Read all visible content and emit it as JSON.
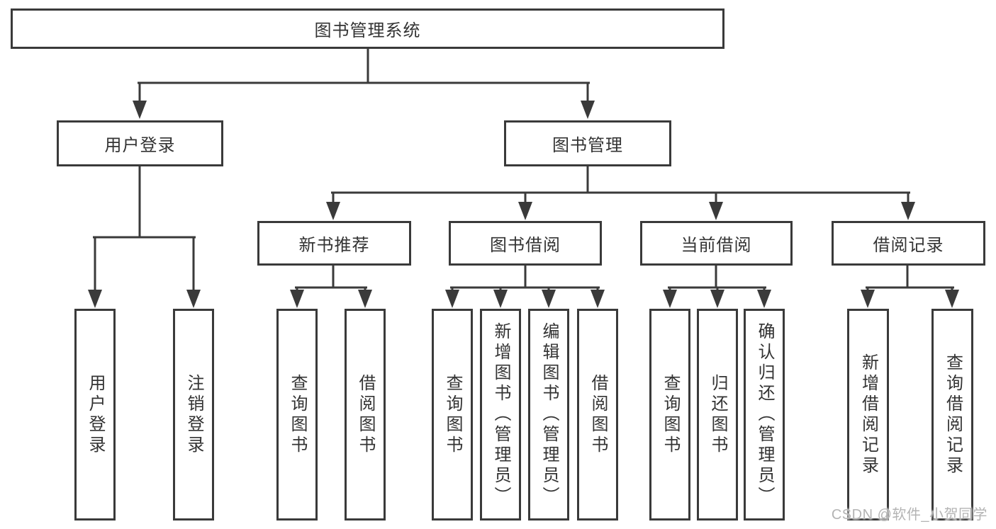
{
  "diagram": {
    "type": "hierarchy-tree",
    "colors": {
      "line": "#3a3a3a",
      "text": "#333333",
      "background": "#ffffff"
    },
    "root": {
      "label": "图书管理系统"
    },
    "l2": [
      {
        "label": "用户登录"
      },
      {
        "label": "图书管理"
      }
    ],
    "l3": [
      {
        "label": "新书推荐"
      },
      {
        "label": "图书借阅"
      },
      {
        "label": "当前借阅"
      },
      {
        "label": "借阅记录"
      }
    ],
    "leaves": {
      "login": [
        {
          "label": "用户登录"
        },
        {
          "label": "注销登录"
        }
      ],
      "new_books": [
        {
          "label": "查询图书"
        },
        {
          "label": "借阅图书"
        }
      ],
      "borrow": [
        {
          "label": "查询图书"
        },
        {
          "label": "新增图书（管理员）"
        },
        {
          "label": "编辑图书（管理员）"
        },
        {
          "label": "借阅图书"
        }
      ],
      "current": [
        {
          "label": "查询图书"
        },
        {
          "label": "归还图书"
        },
        {
          "label": "确认归还（管理员）"
        }
      ],
      "records": [
        {
          "label": "新增借阅记录"
        },
        {
          "label": "查询借阅记录"
        }
      ]
    }
  },
  "watermark": {
    "text": "CSDN @软件_小贺同学"
  }
}
